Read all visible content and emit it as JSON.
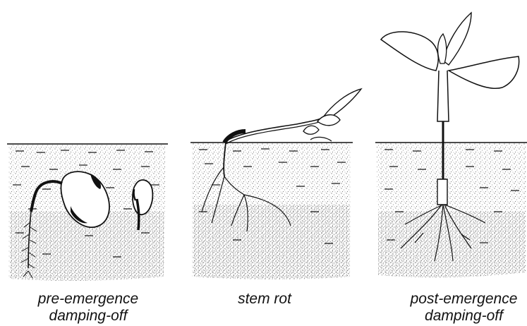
{
  "figure": {
    "panels": [
      {
        "id": "pre-emergence",
        "caption_line1": "pre-emergence",
        "caption_line2": "damping-off"
      },
      {
        "id": "stem-rot",
        "caption_line1": "stem rot"
      },
      {
        "id": "post-emergence",
        "caption_line1": "post-emergence",
        "caption_line2": "damping-off"
      }
    ],
    "colors": {
      "ink": "#111111",
      "soil_stipple": "#8a8a8a",
      "background": "#ffffff"
    }
  }
}
